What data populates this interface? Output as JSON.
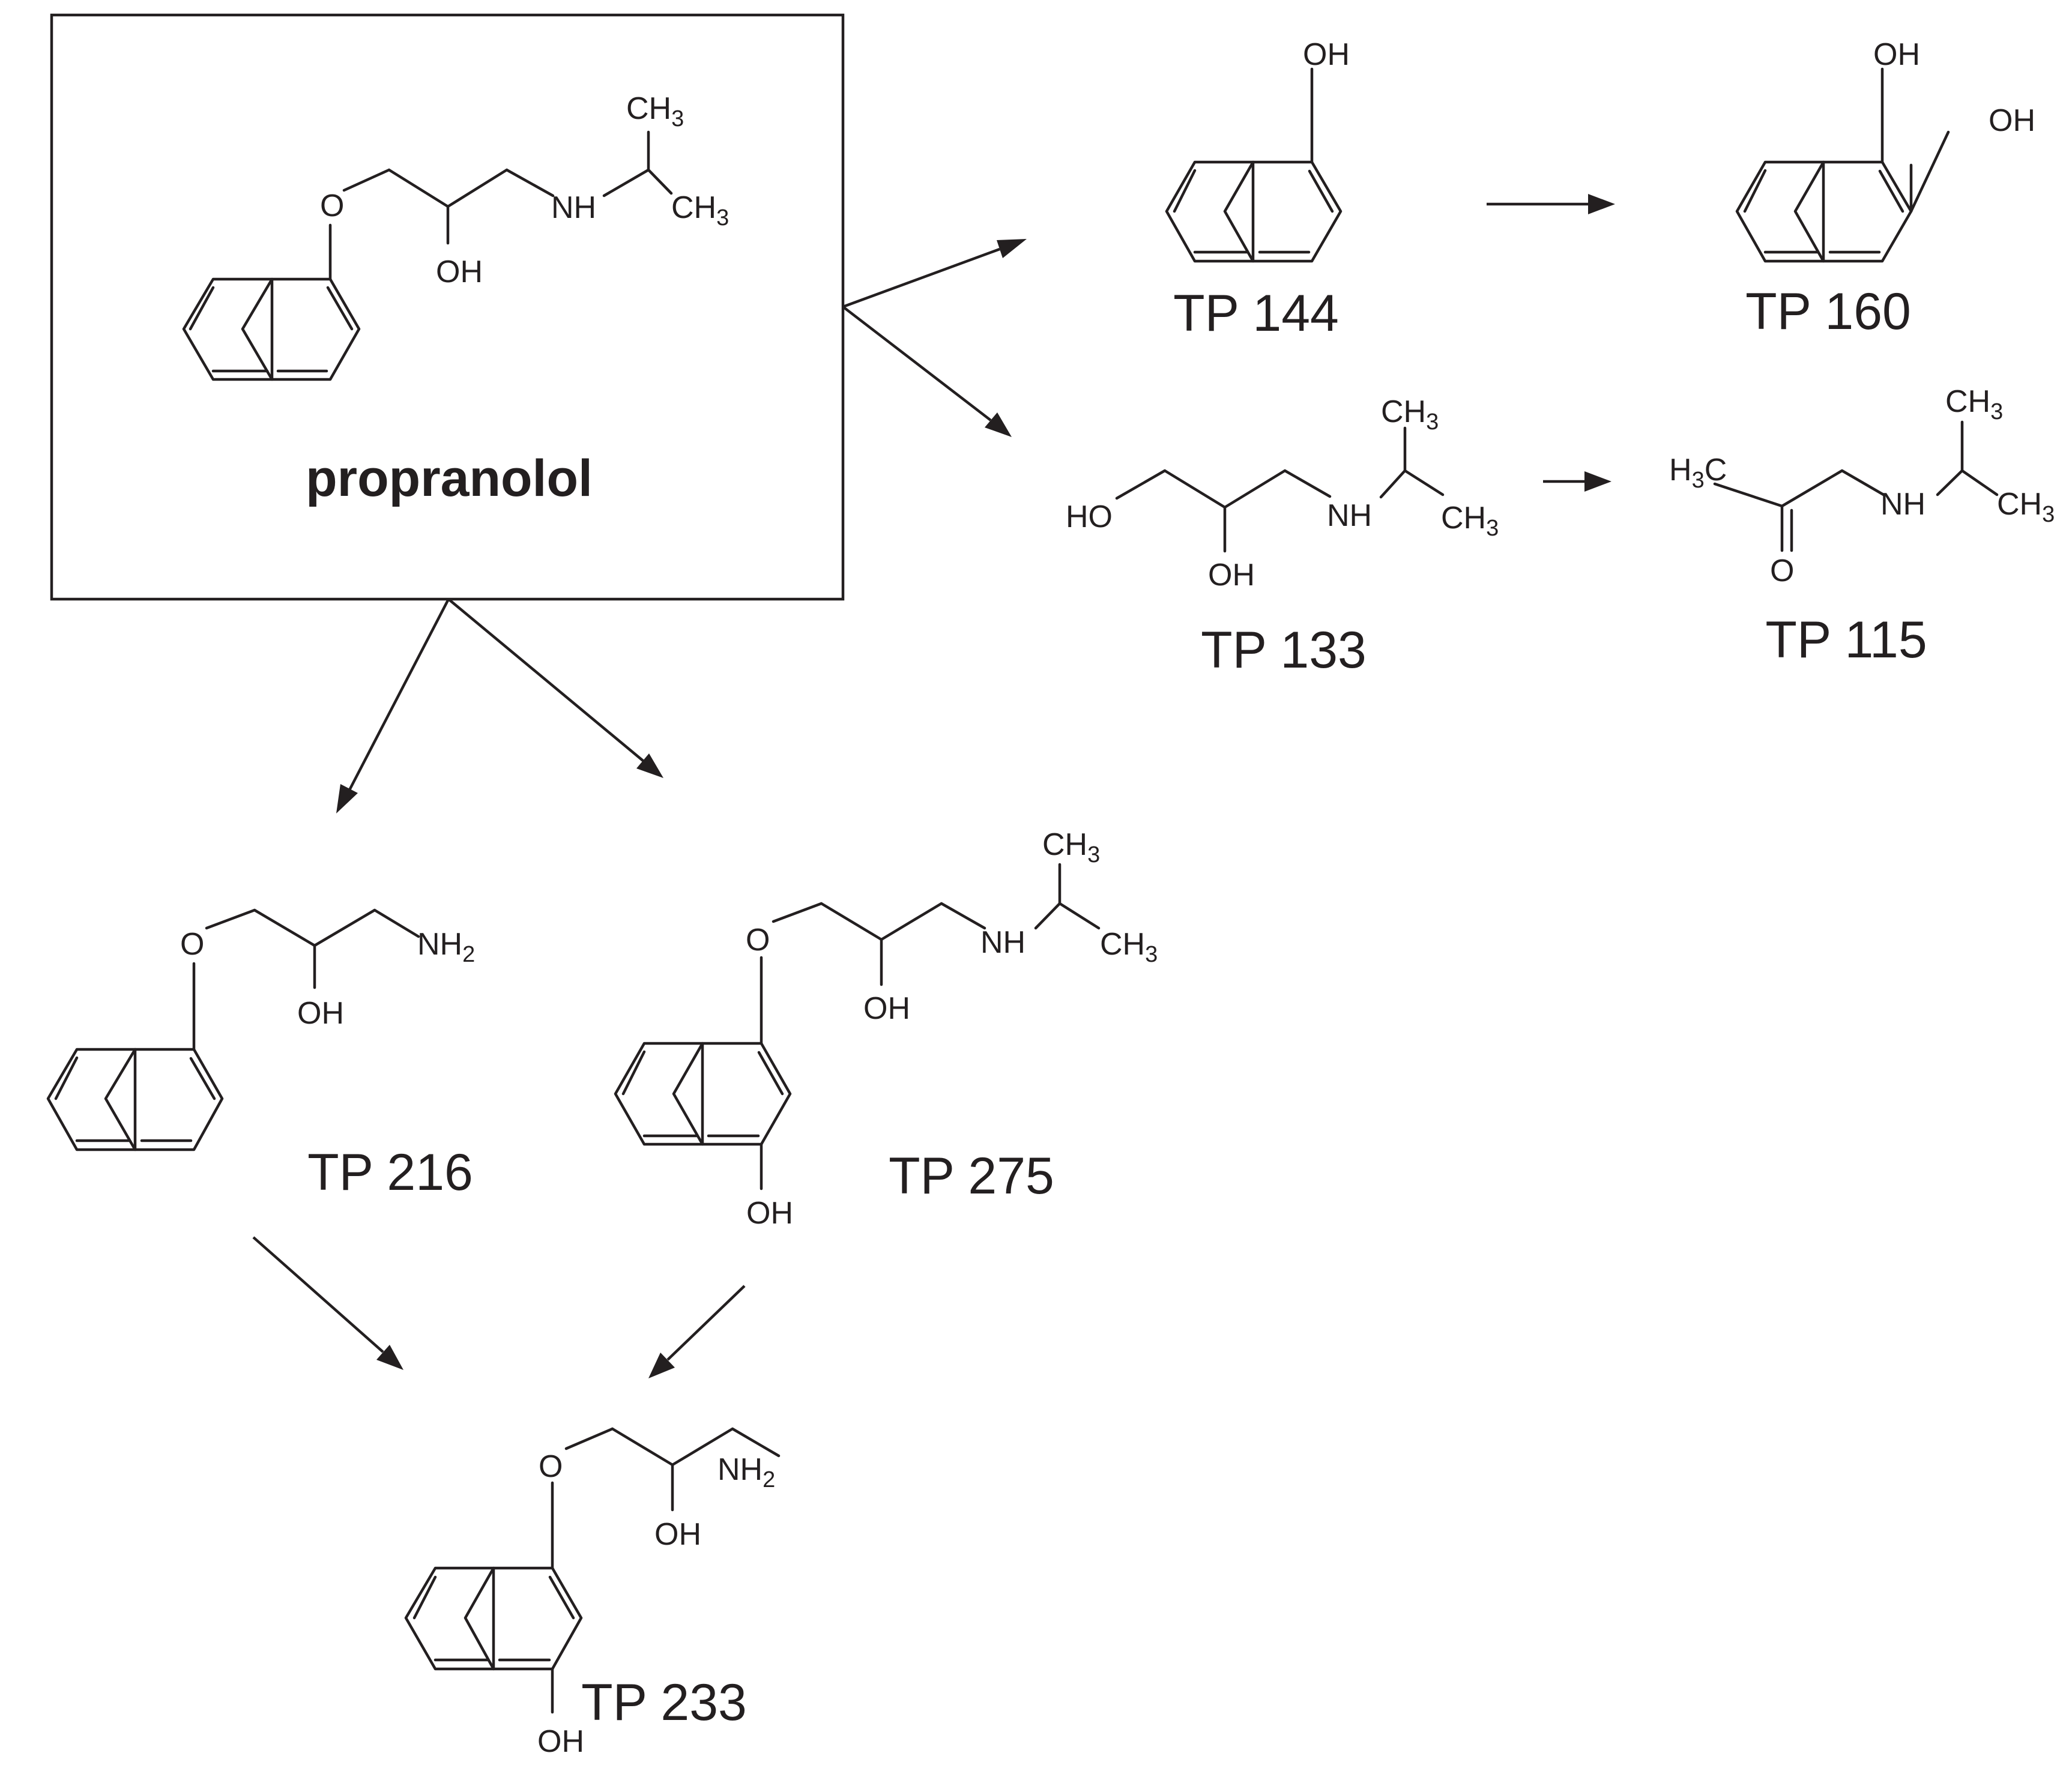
{
  "compounds": {
    "propranolol": {
      "name": "propranolol",
      "labels": {
        "o": "O",
        "oh": "OH",
        "nh": "NH",
        "ch3_top": "CH",
        "ch3_top_sub": "3",
        "ch3_right": "CH",
        "ch3_right_sub": "3"
      }
    },
    "tp144": {
      "name": "TP 144",
      "labels": {
        "oh": "OH"
      }
    },
    "tp160": {
      "name": "TP 160",
      "labels": {
        "oh1": "OH",
        "oh2": "OH"
      }
    },
    "tp133": {
      "name": "TP 133",
      "labels": {
        "ho": "HO",
        "oh": "OH",
        "nh": "NH",
        "ch3_top": "CH",
        "ch3_top_sub": "3",
        "ch3_right": "CH",
        "ch3_right_sub": "3"
      }
    },
    "tp115": {
      "name": "TP 115",
      "labels": {
        "h3c_h": "H",
        "h3c_sub": "3",
        "h3c_c": "C",
        "o": "O",
        "nh": "NH",
        "ch3_top": "CH",
        "ch3_top_sub": "3",
        "ch3_right": "CH",
        "ch3_right_sub": "3"
      }
    },
    "tp216": {
      "name": "TP 216",
      "labels": {
        "o": "O",
        "oh": "OH",
        "nh2": "NH",
        "nh2_sub": "2"
      }
    },
    "tp275": {
      "name": "TP 275",
      "labels": {
        "o": "O",
        "oh": "OH",
        "nh": "NH",
        "ch3_top": "CH",
        "ch3_top_sub": "3",
        "ch3_right": "CH",
        "ch3_right_sub": "3",
        "ring_oh": "OH"
      }
    },
    "tp233": {
      "name": "TP 233",
      "labels": {
        "o": "O",
        "oh": "OH",
        "nh2": "NH",
        "nh2_sub": "2",
        "ring_oh": "OH"
      }
    }
  },
  "arrows": [
    {
      "from": "propranolol",
      "to": "TP 144"
    },
    {
      "from": "propranolol",
      "to": "TP 133"
    },
    {
      "from": "propranolol",
      "to": "TP 216"
    },
    {
      "from": "propranolol",
      "to": "TP 275"
    },
    {
      "from": "TP 144",
      "to": "TP 160"
    },
    {
      "from": "TP 133",
      "to": "TP 115"
    },
    {
      "from": "TP 216",
      "to": "TP 233"
    },
    {
      "from": "TP 275",
      "to": "TP 233"
    }
  ]
}
